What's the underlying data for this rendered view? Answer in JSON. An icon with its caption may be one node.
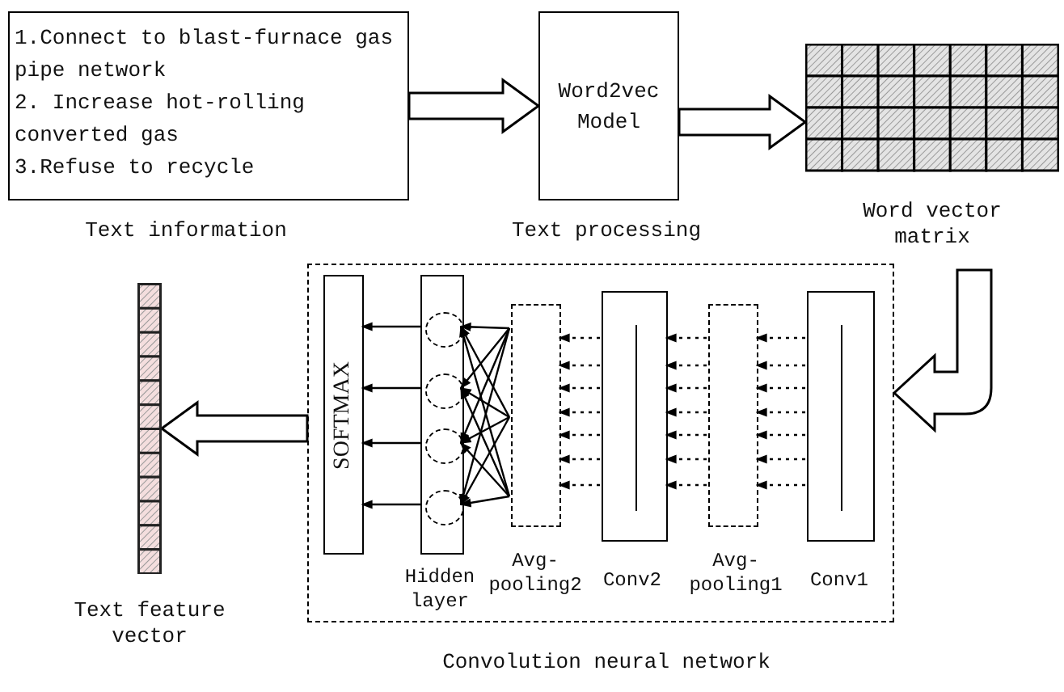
{
  "diagram": {
    "nodes": [
      {
        "text": [
          "1.Connect to blast-furnace gas pipe network",
          "2. Increase hot-rolling converted gas",
          "3.Refuse to recycle"
        ],
        "beside": [
          "Text information"
        ]
      },
      {
        "text": [
          "Word2vec Model"
        ],
        "beside": [
          "Text processing"
        ]
      },
      {
        "text": [
          "Word vector matrix"
        ]
      },
      {
        "text": [],
        "shape": "box",
        "beside": [
          "Convolution neural network"
        ]
      },
      {
        "text": [
          "SOFTMAX"
        ],
        "in": 3
      },
      {
        "text": [],
        "shape": "box",
        "in": 3,
        "beside": [
          "Hidden layer"
        ]
      },
      {
        "text": [],
        "shape": "circle",
        "in": 5
      },
      {
        "text": [],
        "shape": "circle",
        "in": 5
      },
      {
        "text": [],
        "shape": "circle",
        "in": 5
      },
      {
        "text": [],
        "shape": "circle",
        "in": 5
      },
      {
        "text": [],
        "shape": "box",
        "in": 3,
        "beside": [
          "Avg-pooling2"
        ]
      },
      {
        "text": [],
        "shape": "box",
        "in": 3,
        "beside": [
          "Conv2"
        ]
      },
      {
        "text": [],
        "shape": "box",
        "in": 3,
        "beside": [
          "Avg-pooling1"
        ]
      },
      {
        "text": [],
        "shape": "box",
        "in": 3,
        "beside": [
          "Conv1"
        ]
      },
      {
        "text": [],
        "shape": "bar",
        "beside": [
          "Text feature vector"
        ]
      }
    ],
    "edges": [
      {
        "from": 0,
        "to": 1,
        "arrow": "to",
        "style": "thick"
      },
      {
        "from": 1,
        "to": 2,
        "arrow": "to",
        "style": "thick"
      },
      {
        "from": 2,
        "to": 3,
        "arrow": "to",
        "style": "thick"
      },
      {
        "from": 3,
        "to": 14,
        "arrow": "to",
        "style": "thick"
      },
      {
        "from": 13,
        "to": 12,
        "arrow": "to",
        "style": "dashed"
      },
      {
        "from": 13,
        "to": 12,
        "arrow": "to",
        "style": "dashed"
      },
      {
        "from": 13,
        "to": 12,
        "arrow": "to",
        "style": "dashed"
      },
      {
        "from": 13,
        "to": 12,
        "arrow": "to",
        "style": "dashed"
      },
      {
        "from": 13,
        "to": 12,
        "arrow": "to",
        "style": "dashed"
      },
      {
        "from": 13,
        "to": 12,
        "arrow": "to",
        "style": "dashed"
      },
      {
        "from": 13,
        "to": 12,
        "arrow": "to",
        "style": "dashed"
      },
      {
        "from": 12,
        "to": 11,
        "arrow": "to",
        "style": "dashed"
      },
      {
        "from": 12,
        "to": 11,
        "arrow": "to",
        "style": "dashed"
      },
      {
        "from": 12,
        "to": 11,
        "arrow": "to",
        "style": "dashed"
      },
      {
        "from": 12,
        "to": 11,
        "arrow": "to",
        "style": "dashed"
      },
      {
        "from": 12,
        "to": 11,
        "arrow": "to",
        "style": "dashed"
      },
      {
        "from": 12,
        "to": 11,
        "arrow": "to",
        "style": "dashed"
      },
      {
        "from": 12,
        "to": 11,
        "arrow": "to",
        "style": "dashed"
      },
      {
        "from": 11,
        "to": 10,
        "arrow": "to",
        "style": "dashed"
      },
      {
        "from": 11,
        "to": 10,
        "arrow": "to",
        "style": "dashed"
      },
      {
        "from": 11,
        "to": 10,
        "arrow": "to",
        "style": "dashed"
      },
      {
        "from": 11,
        "to": 10,
        "arrow": "to",
        "style": "dashed"
      },
      {
        "from": 11,
        "to": 10,
        "arrow": "to",
        "style": "dashed"
      },
      {
        "from": 11,
        "to": 10,
        "arrow": "to",
        "style": "dashed"
      },
      {
        "from": 11,
        "to": 10,
        "arrow": "to",
        "style": "dashed"
      },
      {
        "from": 10,
        "to": 6,
        "arrow": "to"
      },
      {
        "from": 10,
        "to": 6,
        "arrow": "to"
      },
      {
        "from": 10,
        "to": 6,
        "arrow": "to"
      },
      {
        "from": 10,
        "to": 7,
        "arrow": "to"
      },
      {
        "from": 10,
        "to": 7,
        "arrow": "to"
      },
      {
        "from": 10,
        "to": 7,
        "arrow": "to"
      },
      {
        "from": 10,
        "to": 8,
        "arrow": "to"
      },
      {
        "from": 10,
        "to": 8,
        "arrow": "to"
      },
      {
        "from": 10,
        "to": 8,
        "arrow": "to"
      },
      {
        "from": 10,
        "to": 9,
        "arrow": "to"
      },
      {
        "from": 10,
        "to": 9,
        "arrow": "to"
      },
      {
        "from": 10,
        "to": 9,
        "arrow": "to"
      },
      {
        "from": 6,
        "to": 4,
        "arrow": "to"
      },
      {
        "from": 7,
        "to": 4,
        "arrow": "to"
      },
      {
        "from": 8,
        "to": 4,
        "arrow": "to"
      },
      {
        "from": 9,
        "to": 4,
        "arrow": "to"
      }
    ]
  }
}
